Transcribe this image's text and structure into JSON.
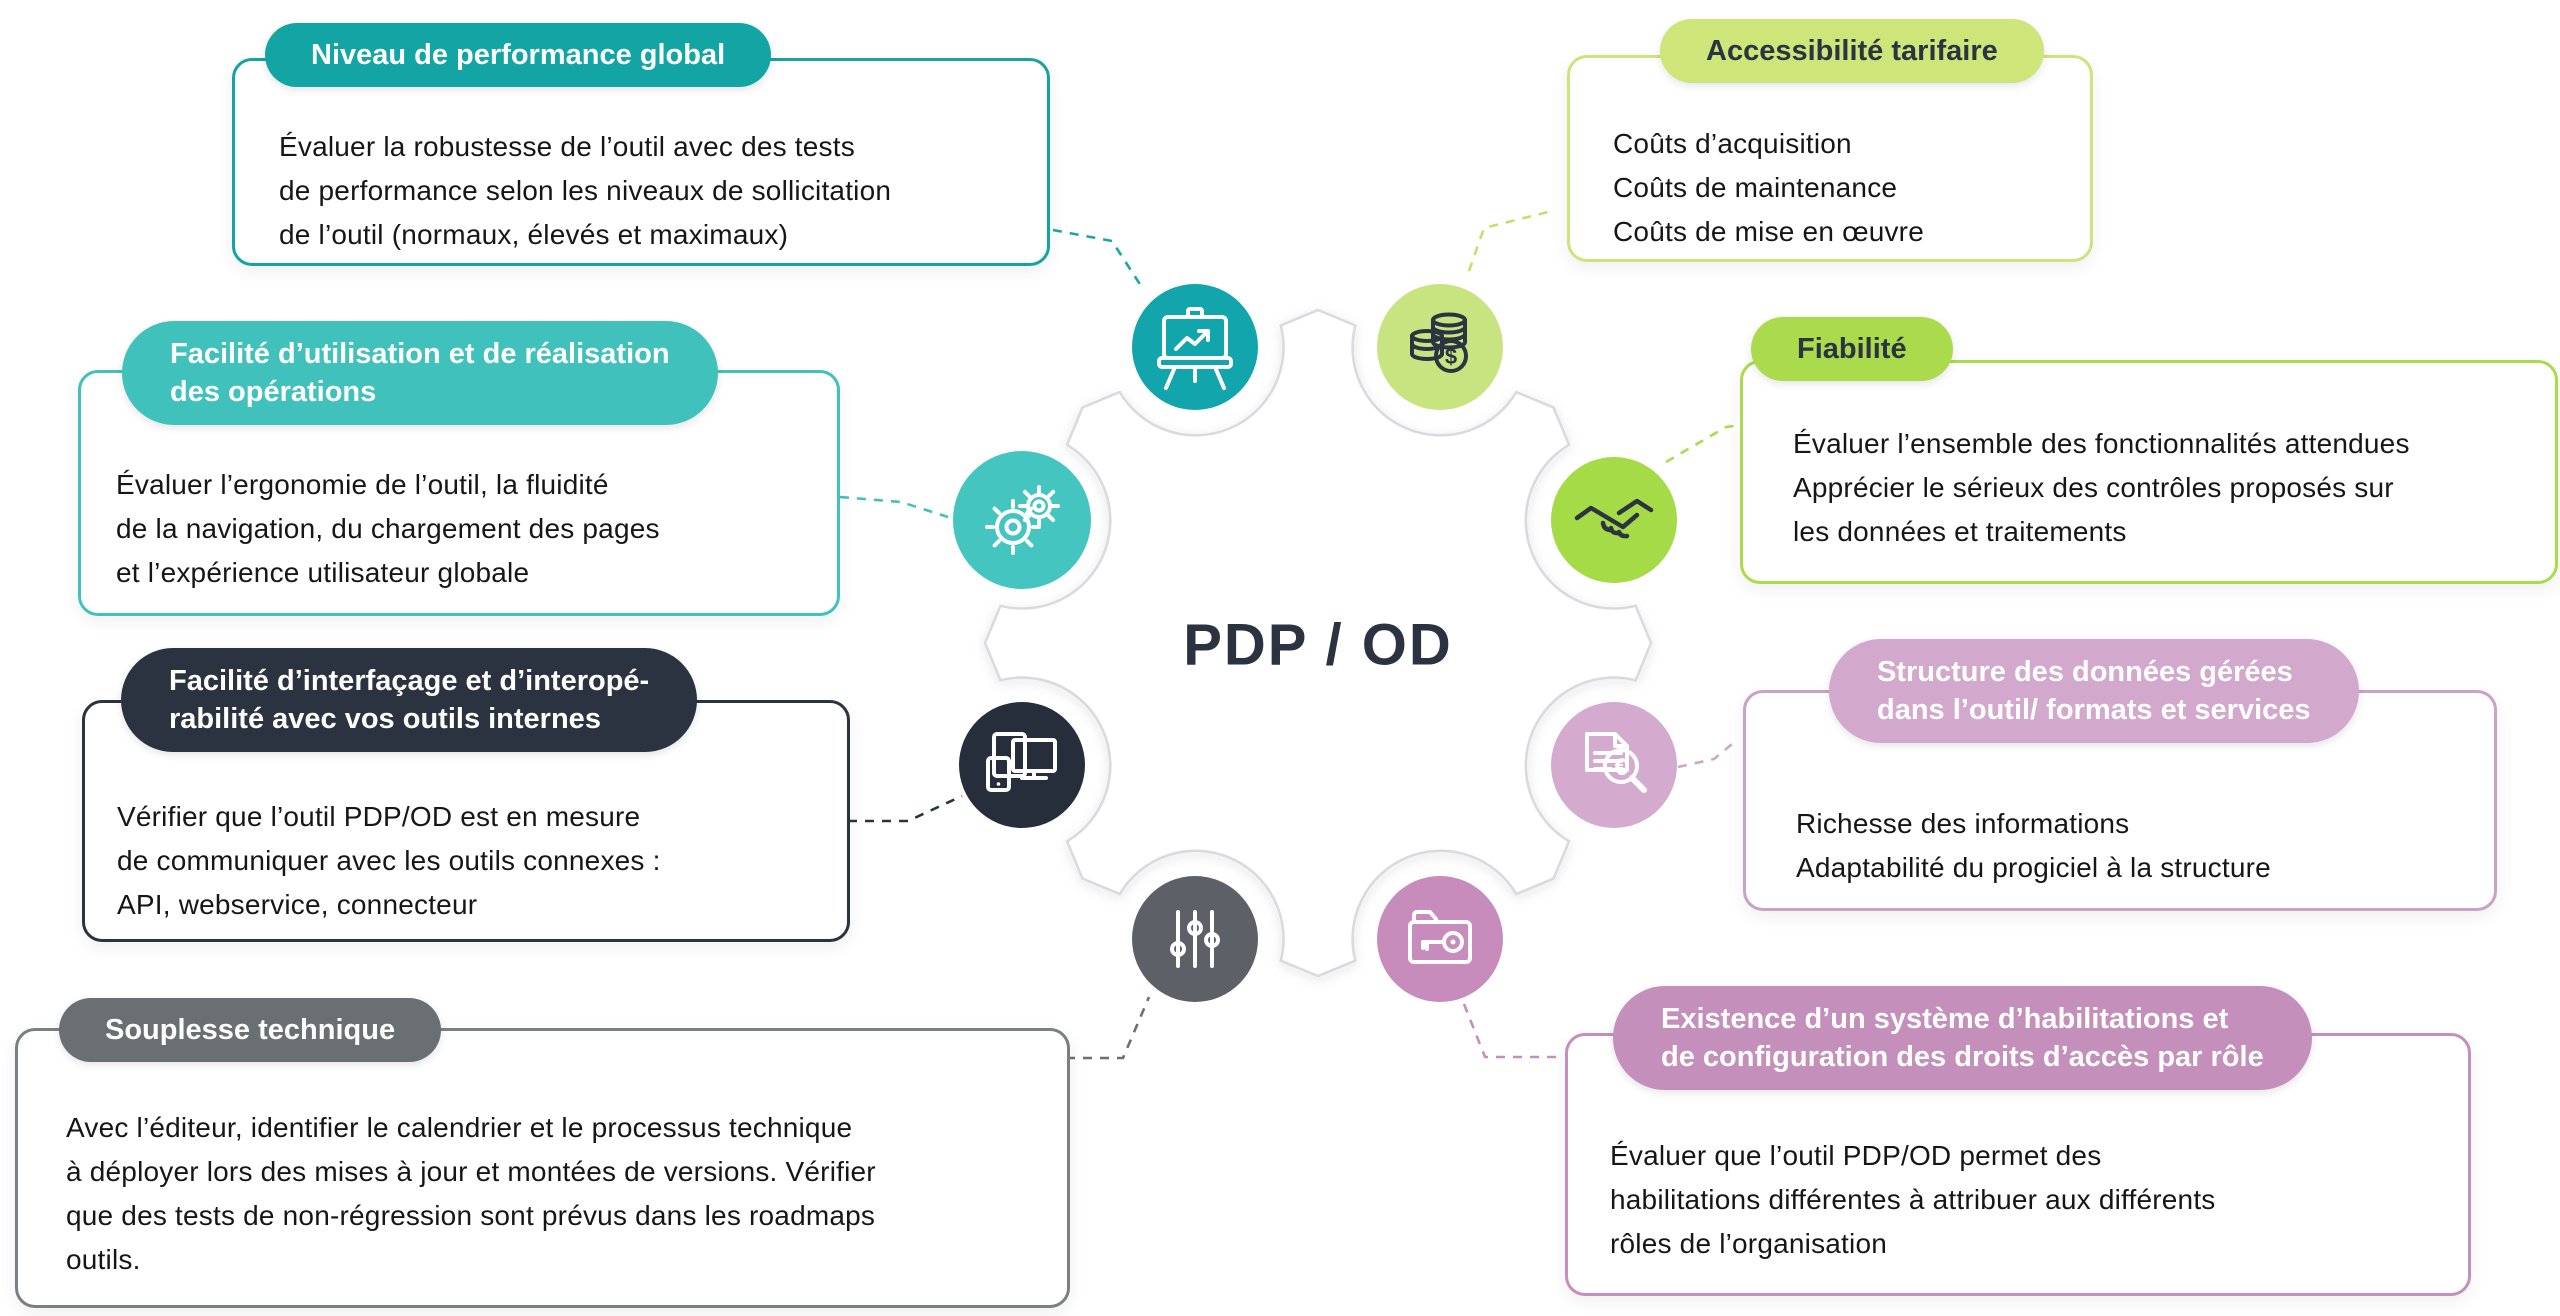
{
  "center": {
    "title": "PDP / OD"
  },
  "colors": {
    "hub_outline": "#d9d9de",
    "body_text": "#161616",
    "title_text": "#2b3240",
    "teal": "#14a3a6",
    "turquoise": "#41c1bc",
    "navy": "#2b3340",
    "gray": "#6a6f74",
    "light_green": "#cce47c",
    "green": "#a9db4c",
    "mauve": "#d1a7cb",
    "orchid": "#c48fba"
  },
  "cards": [
    {
      "id": "performance",
      "label": "Niveau de performance global",
      "body": "Évaluer la robustesse de l’outil avec des tests\nde performance selon les niveaux de sollicitation\nde l’outil (normaux, élevés et maximaux)",
      "accent": "#14a3a6",
      "icon": "presentation-chart-icon"
    },
    {
      "id": "usability",
      "label": "Facilité d’utilisation et de réalisation\ndes opérations",
      "body": "Évaluer l’ergonomie de l’outil, la fluidité\nde la navigation, du chargement des pages\net l’expérience utilisateur globale",
      "accent": "#41c1bc",
      "icon": "gears-icon"
    },
    {
      "id": "interoperability",
      "label": "Facilité d’interfaçage et d’interopé-\nrabilité avec vos outils internes",
      "body": "Vérifier que l’outil PDP/OD est en mesure\nde communiquer avec les outils connexes :\nAPI, webservice, connecteur",
      "accent": "#2b3340",
      "icon": "devices-icon"
    },
    {
      "id": "flexibility",
      "label": "Souplesse technique",
      "body": "Avec l’éditeur, identifier le calendrier et le processus technique\nà déployer lors des mises à jour et montées de versions. Vérifier\nque des tests de non-régression sont prévus dans les roadmaps\noutils.",
      "accent": "#6a6f74",
      "icon": "sliders-icon"
    },
    {
      "id": "pricing",
      "label": "Accessibilité tarifaire",
      "body": "Coûts d’acquisition\nCoûts de maintenance\nCoûts de mise en œuvre",
      "accent": "#cce47c",
      "icon": "coins-icon"
    },
    {
      "id": "reliability",
      "label": "Fiabilité",
      "body": "Évaluer l’ensemble des fonctionnalités attendues\nApprécier le sérieux des contrôles proposés sur\nles données et traitements",
      "accent": "#a9db4c",
      "icon": "handshake-icon"
    },
    {
      "id": "data-structure",
      "label": "Structure des données gérées\ndans l’outil/ formats et services",
      "body": "Richesse des informations\nAdaptabilité du progiciel à la structure",
      "accent": "#d1a7cb",
      "icon": "document-search-icon"
    },
    {
      "id": "permissions",
      "label": "Existence d’un système d’habilitations et\nde configuration des droits d’accès par rôle",
      "body": "Évaluer que l’outil PDP/OD permet des\nhabilitations différentes à attribuer aux différents\nrôles de l’organisation",
      "accent": "#c48fba",
      "icon": "folder-key-icon"
    }
  ]
}
